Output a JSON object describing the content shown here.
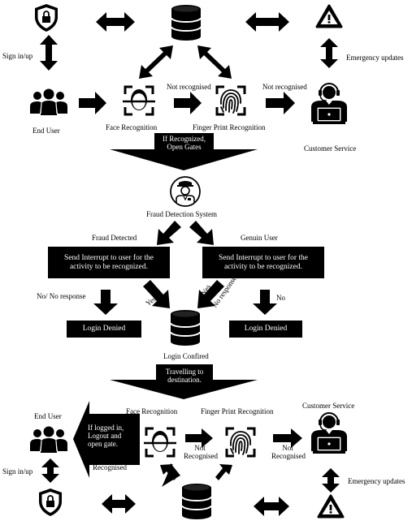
{
  "top": {
    "sign_in_up": "Sign in/up",
    "end_user": "End User",
    "face_recognition": "Face Recognition",
    "finger_print_recognition": "Finger Print Recognition",
    "not_recognised_1": "Not recognised",
    "not_recognised_2": "Not recognised",
    "customer_service": "Customer Service",
    "emergency_updates": "Emergency updates",
    "if_recognized_line1": "If Recognized,",
    "if_recognized_line2": "Open Gates"
  },
  "middle": {
    "fraud_detection_system": "Fraud Detection System",
    "fraud_detected": "Fraud Detected",
    "genuin_user": "Genuin User",
    "interrupt_left_line1": "Send Interrupt to user for the",
    "interrupt_left_line2": "activity to be recognized.",
    "interrupt_right_line1": "Send Interrupt to user for the",
    "interrupt_right_line2": "activity to be recognized.",
    "no_no_response_left": "No/ No response",
    "yes_left": "Yes",
    "yes_right": "Yes",
    "no_response_right": "No response",
    "no_right": "No",
    "login_denied_left": "Login Denied",
    "login_denied_right": "Login Denied",
    "login_confired": "Login Confired",
    "travelling_line1": "Travelling to",
    "travelling_line2": "destination."
  },
  "bottom": {
    "end_user": "End User",
    "face_recognition": "Face Recognition",
    "finger_print_recognition": "Finger Print Recognition",
    "customer_service": "Customer Service",
    "if_logged_line1": "If logged in,",
    "if_logged_line2": "Logout and",
    "if_logged_line3": "open gate.",
    "recognised": "Recognised",
    "not_recognised_1_line1": "Not",
    "not_recognised_1_line2": "Recognised",
    "not_recognised_2_line1": "Not",
    "not_recognised_2_line2": "Recognised",
    "sign_in_up": "Sign in/up",
    "emergency_updates": "Emergency updates"
  },
  "icons": [
    "shield-lock-icon",
    "database-icon",
    "warning-icon",
    "users-group-icon",
    "face-scan-icon",
    "fingerprint-icon",
    "customer-service-agent-icon",
    "security-officer-icon"
  ],
  "colors": {
    "foreground": "#000000",
    "background": "#ffffff"
  }
}
